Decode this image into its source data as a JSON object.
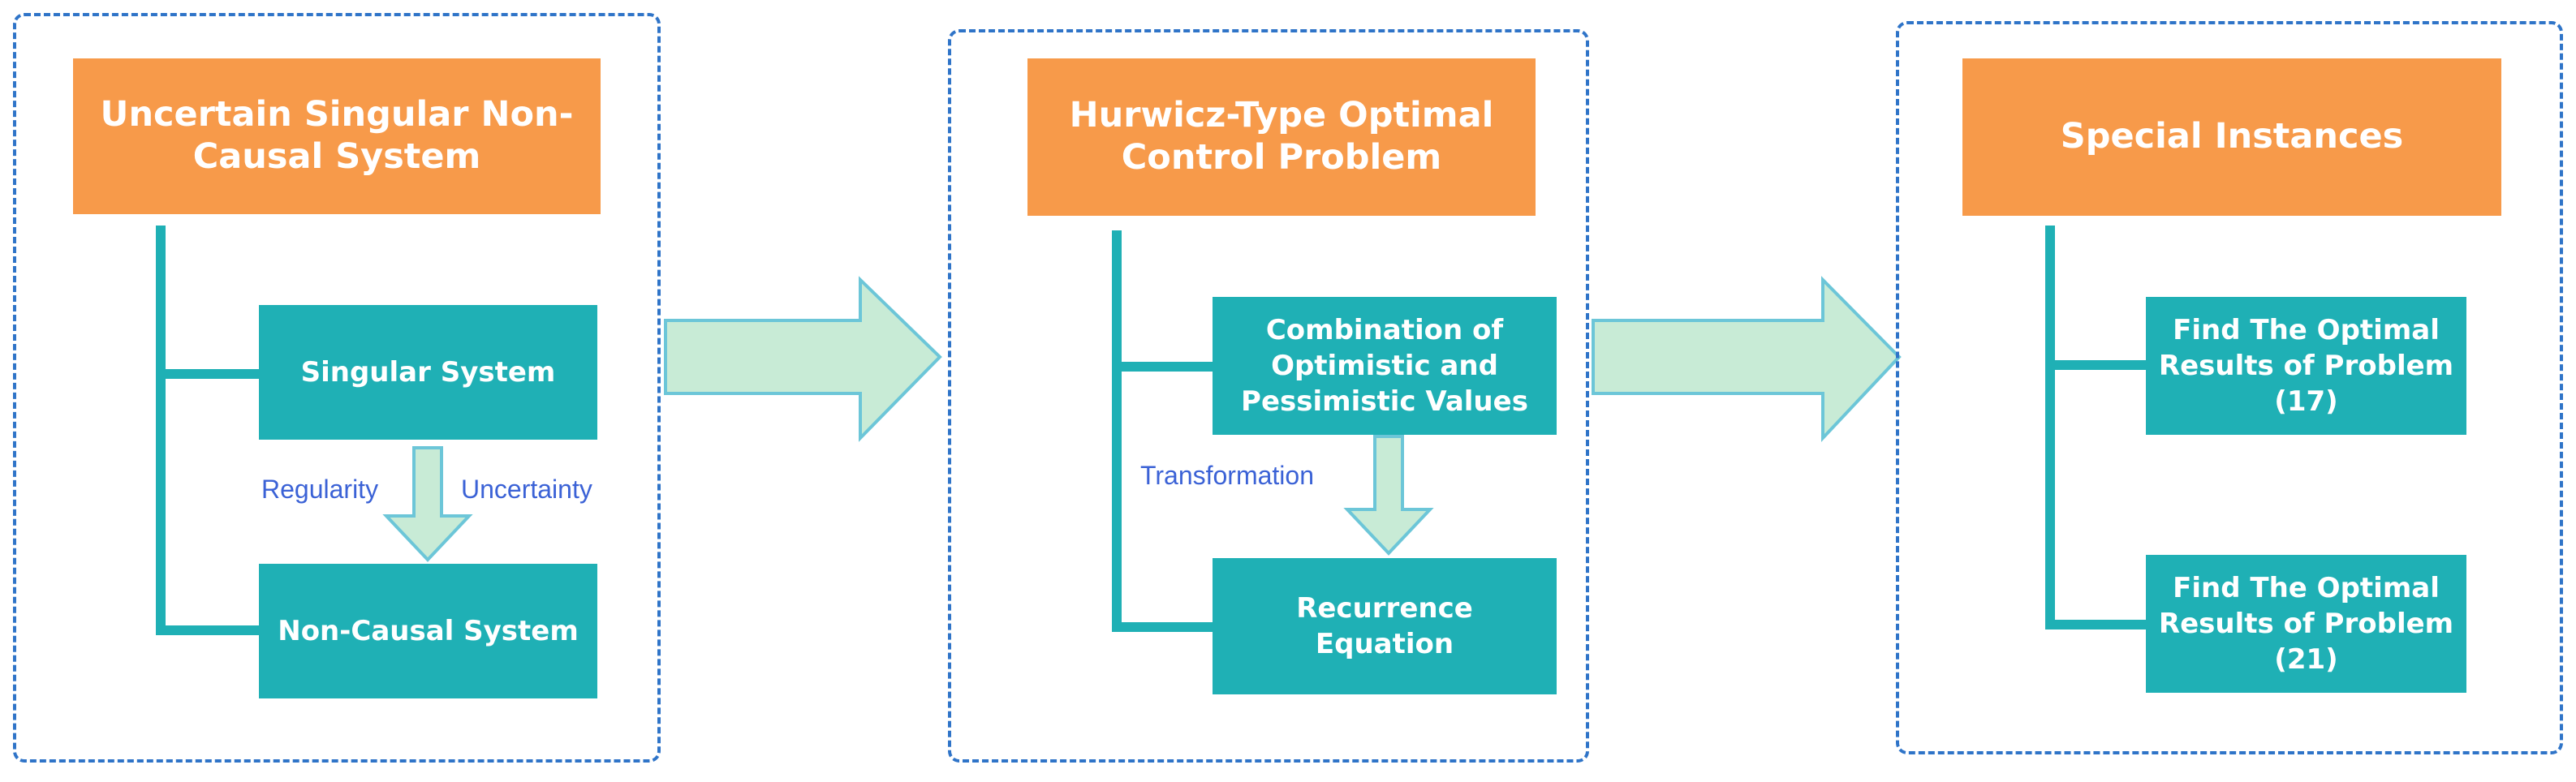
{
  "panels": [
    {
      "title": "Uncertain Singular Non-Causal System",
      "box_top": "Singular System",
      "box_bottom": "Non-Causal System",
      "label_left": "Regularity",
      "label_right": "Uncertainty"
    },
    {
      "title": "Hurwicz-Type Optimal Control Problem",
      "box_top": "Combination of Optimistic and Pessimistic Values",
      "box_bottom": "Recurrence Equation",
      "label_left": "Transformation"
    },
    {
      "title": "Special Instances",
      "box_top": "Find The Optimal Results of Problem (17)",
      "box_bottom": "Find The Optimal Results of Problem (21)"
    }
  ],
  "colors": {
    "panel_border": "#2f74c8",
    "title_fill": "#f79a4a",
    "box_fill": "#1fb0b5",
    "arrow_fill": "#c8ebd6",
    "arrow_stroke": "#6cc6d8",
    "label_text": "#3b62d6"
  }
}
